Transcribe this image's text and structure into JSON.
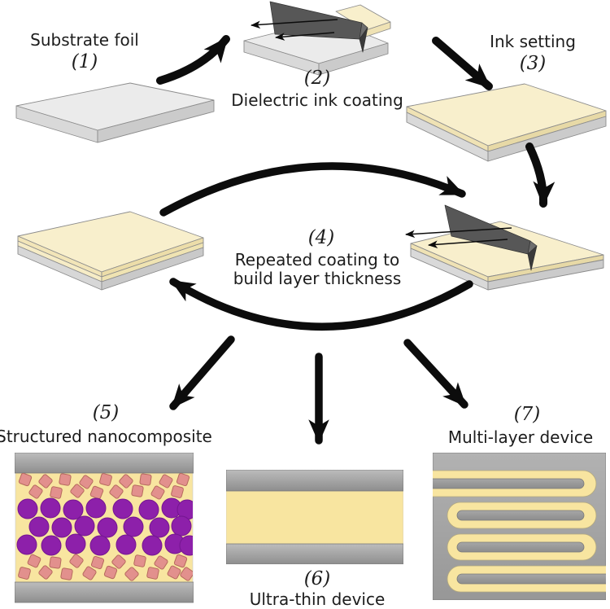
{
  "figure": {
    "type": "process-diagram",
    "steps": [
      {
        "number": "(1)",
        "label": "Substrate foil"
      },
      {
        "number": "(2)",
        "label": "Dielectric ink coating"
      },
      {
        "number": "(3)",
        "label": "Ink setting"
      },
      {
        "number": "(4)",
        "label_line1": "Repeated coating to",
        "label_line2": "build layer thickness"
      },
      {
        "number": "(5)",
        "label": "Structured nanocomposite"
      },
      {
        "number": "(6)",
        "label": "Ultra-thin device"
      },
      {
        "number": "(7)",
        "label": "Multi-layer device"
      }
    ],
    "colors": {
      "substrate_gray": "#ebebeb",
      "substrate_gray_front": "#d9d9d9",
      "substrate_gray_side": "#cbcbcb",
      "ink_cream": "#f8efcc",
      "ink_cream_edge": "#efe2b4",
      "device_yellow": "#f8e5a0",
      "filler_pink": "#e2908d",
      "filler_pink_outline": "#b66a5e",
      "filler_purple": "#8d20aa",
      "filler_purple_outline": "#751691",
      "electrode_gray": "#a8a8a8",
      "blade_gray": "#575757",
      "arrow_black": "#0c0c0c"
    }
  }
}
